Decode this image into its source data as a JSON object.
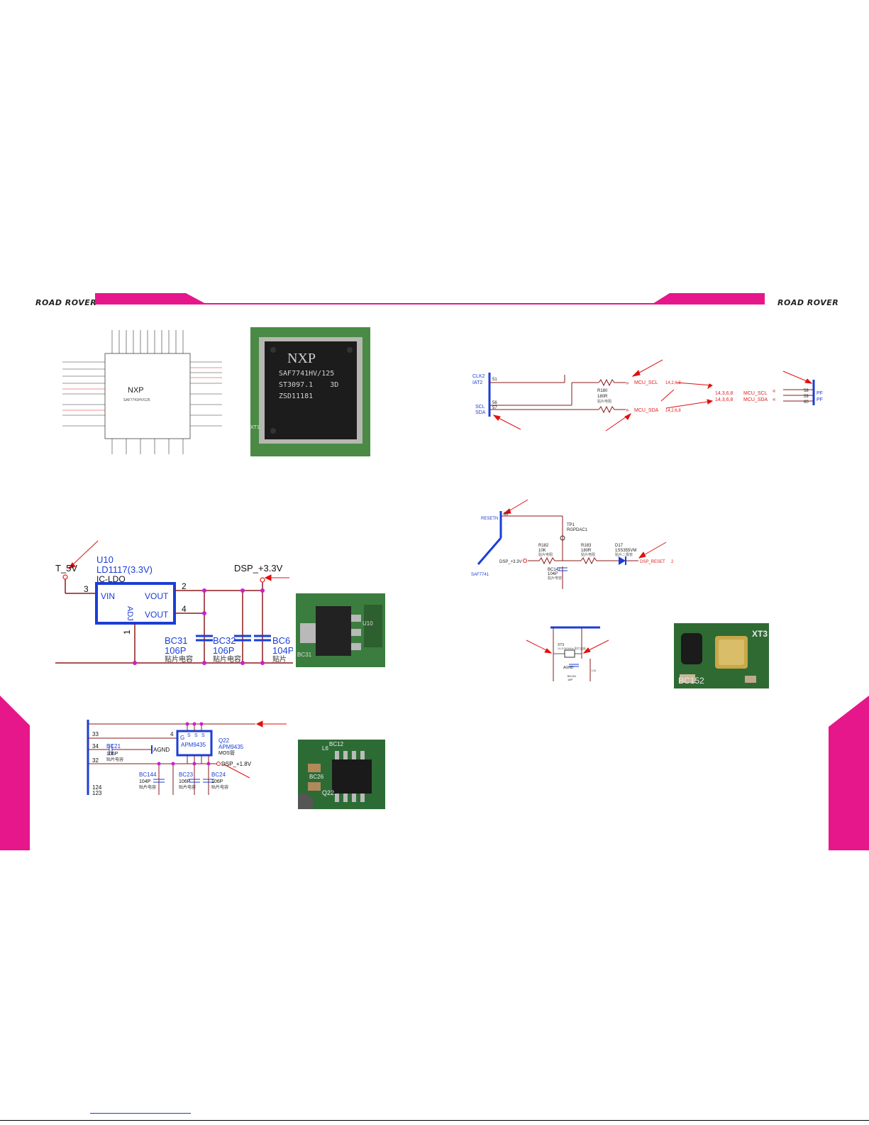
{
  "header": {
    "logo_left": "ROAD ROVER",
    "logo_right": "ROAD ROVER",
    "accent_color": "#e5178a"
  },
  "dsp_block": {
    "chip_brand": "NXP",
    "chip_part_schematic": "SAF7741HV/125",
    "photo_marking": [
      "SAF7741HV/125",
      "ST3097.1    3D",
      "ZSD11181"
    ],
    "photo_label": "XT1"
  },
  "i2c_block": {
    "left_pins": [
      "CLK2",
      "IAT2",
      "SCL",
      "SDA"
    ],
    "pin_numbers_left": [
      "51",
      "56",
      "57"
    ],
    "resistor": {
      "ref": "R180",
      "value": "180R",
      "desc": "贴片电阻"
    },
    "net_scl": "MCU_SCL",
    "net_sda": "MCU_SDA",
    "sheet_refs_scl": "14,2,6,8",
    "sheet_refs_sda": "14,2,6,8",
    "right_refs_scl": "14,3,6,8",
    "right_refs_sda": "14,3,6,8",
    "right_pin_numbers": [
      "58",
      "59",
      "60"
    ],
    "right_pin_names": [
      "PF",
      "PF"
    ]
  },
  "reset_block": {
    "pin_name": "RESETN",
    "pin_number": "52",
    "chip": "SAF7741",
    "supply": "DSP_+3.3V",
    "tp": {
      "ref": "TP1",
      "value": "RGPDAC1"
    },
    "r182": {
      "ref": "R182",
      "value": "10K",
      "desc": "贴片电阻"
    },
    "r183": {
      "ref": "R183",
      "value": "180R",
      "desc": "贴片电阻"
    },
    "cap": {
      "ref": "BC147",
      "value": "104P",
      "desc": "贴片电容"
    },
    "diode": {
      "ref": "D17",
      "value": "1SS355VM",
      "desc": "贴片二极管"
    },
    "net": "DSP_RESET",
    "sheet": "2"
  },
  "crystal_block": {
    "ref": "XT3",
    "desc": "24.5760MHz 贴片晶振",
    "gnd": "AGND",
    "cap": "BC151",
    "cap_value": "18P",
    "inductor": "L11",
    "photo_labels": [
      "XT3",
      "BC152"
    ]
  },
  "ldo_block": {
    "input_net": "T_5V",
    "ref": "U10",
    "part": "LD1117(3.3V)",
    "type": "IC-LDO",
    "pins": {
      "vin": "VIN",
      "vout1": "VOUT",
      "vout2": "VOUT",
      "adj": "ADJ"
    },
    "pin_numbers": {
      "in": "3",
      "out1": "2",
      "out2": "4",
      "adj": "1"
    },
    "output_net": "DSP_+3.3V",
    "caps": [
      {
        "ref": "BC31",
        "value": "106P",
        "desc": "贴片电容"
      },
      {
        "ref": "BC32",
        "value": "106P",
        "desc": "贴片电容"
      },
      {
        "ref": "BC6",
        "value": "104P",
        "desc": "贴片"
      }
    ],
    "photo_labels": [
      "U10",
      "BC31"
    ]
  },
  "mos_block": {
    "pins_left": [
      "33",
      "34",
      "32",
      "124",
      "123"
    ],
    "pin4": "4",
    "ref": "Q22",
    "part": "APM9435",
    "type": "MOS管",
    "chip_pins": [
      "G",
      "S",
      "S",
      "S"
    ],
    "agnd": "AGND",
    "bc21": {
      "ref": "BC21",
      "value": "106P",
      "desc": "贴片电容"
    },
    "caps": [
      {
        "ref": "BC144",
        "value": "104P",
        "desc": "贴片电容"
      },
      {
        "ref": "BC23",
        "value": "106P",
        "desc": "贴片电容"
      },
      {
        "ref": "BC24",
        "value": "106P",
        "desc": "贴片电容"
      }
    ],
    "output_net": "DSP_+1.8V",
    "photo_labels": [
      "Q22",
      "BC26",
      "BC12",
      "L6"
    ]
  }
}
